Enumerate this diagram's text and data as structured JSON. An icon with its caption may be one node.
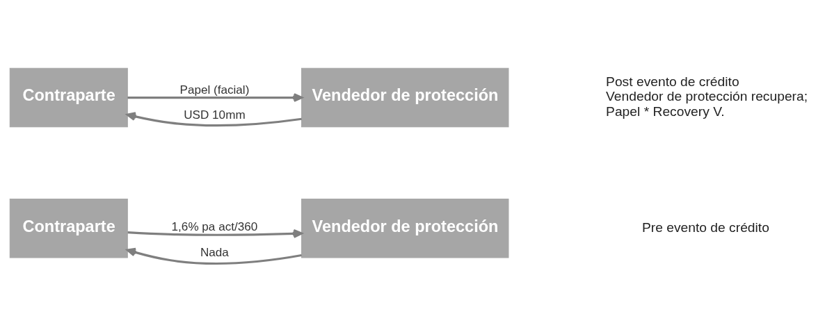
{
  "diagram": {
    "nodes": [
      {
        "text": [
          "Contraparte"
        ]
      },
      {
        "text": [
          "Vendedor de protección"
        ]
      },
      {
        "text": [
          "Contraparte"
        ]
      },
      {
        "text": [
          "Vendedor de protección"
        ]
      }
    ],
    "edges": [
      {
        "from": 0,
        "to": 1,
        "arrow": "to",
        "label": "1,6% pa act/360"
      },
      {
        "from": 1,
        "to": 0,
        "arrow": "to",
        "label": "Nada"
      },
      {
        "from": 2,
        "to": 3,
        "arrow": "to",
        "label": "Papel (facial)"
      },
      {
        "from": 3,
        "to": 2,
        "arrow": "to",
        "label": "USD 10mm"
      }
    ],
    "labels": [
      "Pre evento de crédito",
      "Post evento de crédito",
      "Vendedor de protección recupera;",
      "Papel * Recovery V."
    ]
  }
}
